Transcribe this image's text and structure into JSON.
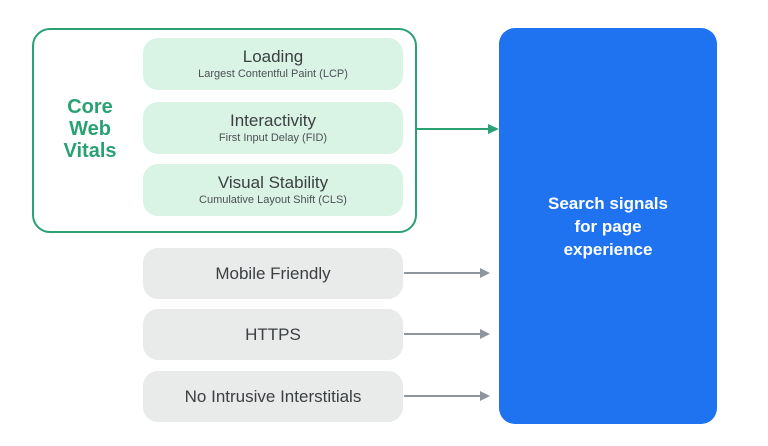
{
  "diagram_title": "Search signals for page experience",
  "colors": {
    "green_accent": "#2aa173",
    "mint_fill": "#d9f3e5",
    "gray_fill": "#e9eaea",
    "blue_fill": "#1f73f0",
    "dark_text": "#3c4043",
    "subtitle_text": "#4c5055",
    "gray_arrow": "#8e959c",
    "background": "#ffffff",
    "result_text": "#ffffff"
  },
  "core_web_vitals": {
    "label_lines": [
      "Core",
      "Web",
      "Vitals"
    ],
    "items": [
      {
        "title": "Loading",
        "subtitle": "Largest Contentful Paint (LCP)"
      },
      {
        "title": "Interactivity",
        "subtitle": "First Input Delay (FID)"
      },
      {
        "title": "Visual Stability",
        "subtitle": "Cumulative Layout Shift (CLS)"
      }
    ]
  },
  "other_signals": [
    {
      "label": "Mobile Friendly"
    },
    {
      "label": "HTTPS"
    },
    {
      "label": "No Intrusive Interstitials"
    }
  ],
  "result_box": {
    "lines": [
      "Search signals",
      "for page",
      "experience"
    ]
  }
}
